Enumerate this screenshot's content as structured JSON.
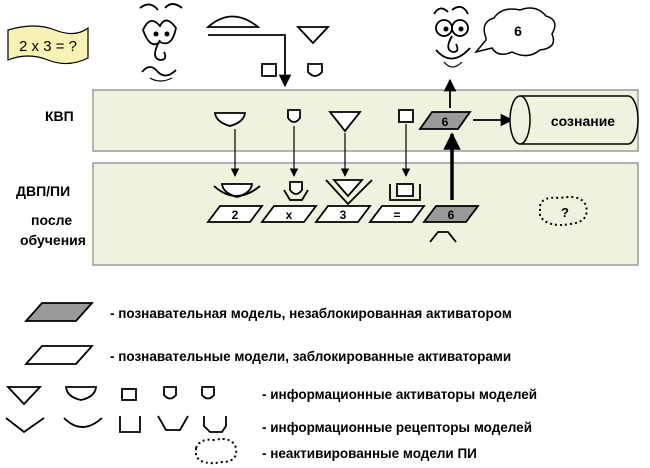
{
  "problem": {
    "text": "2 x 3 = ?"
  },
  "bubble": {
    "text": "6"
  },
  "bands": {
    "kvp": {
      "label": "КВП"
    },
    "dvp": {
      "label_lines": [
        "ДВП/ПИ",
        "после",
        "обучения"
      ]
    }
  },
  "kvp_model": {
    "text": "6"
  },
  "consciousness": {
    "label": "сознание"
  },
  "chain": {
    "cells": [
      "2",
      "x",
      "3",
      "=",
      "6"
    ]
  },
  "unknown": {
    "text": "?"
  },
  "legend": {
    "items": [
      {
        "text": "- познавательная модель, незаблокированная активатором"
      },
      {
        "text": "- познавательные модели, заблокированные активаторами"
      },
      {
        "text": "- информационные активаторы моделей"
      },
      {
        "text": "- информационные рецепторы моделей"
      },
      {
        "text": "- неактивированные модели ПИ"
      }
    ]
  },
  "colors": {
    "band": "#f0f2df",
    "active_model": "#9a9a9a",
    "outline": "#000000"
  }
}
